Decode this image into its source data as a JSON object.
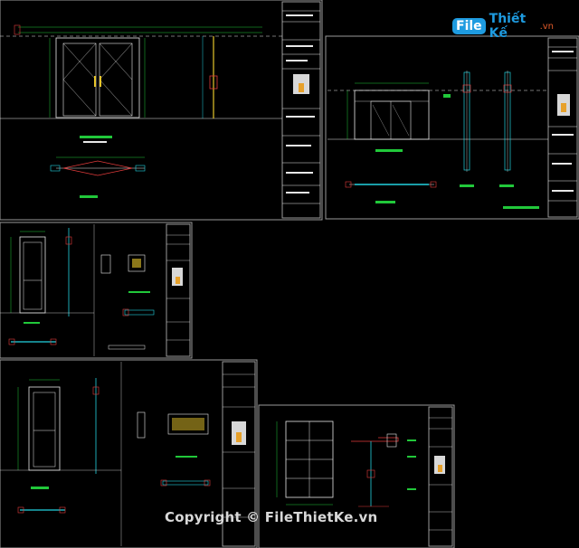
{
  "watermark": {
    "brand_file": "File",
    "brand_rest": "Thiết Kế",
    "brand_domain": ".vn",
    "copyright": "Copyright © FileThietKe.vn"
  },
  "colors": {
    "background": "#000000",
    "frame": "#9a9a9a",
    "line_white": "#e8e8e8",
    "line_cyan": "#22d3e0",
    "line_green": "#21c83a",
    "line_red": "#e23b3b",
    "line_yellow": "#e7c62b",
    "brand_blue": "#1e9be0"
  },
  "sheets": [
    {
      "id": "sheet-1",
      "content": "double-door elevation, section and plan"
    },
    {
      "id": "sheet-2",
      "content": "glazed door elevation and sections"
    },
    {
      "id": "sheet-3",
      "content": "single door elevation and details"
    },
    {
      "id": "sheet-4",
      "content": "single door elevation and details"
    },
    {
      "id": "sheet-5",
      "content": "window elevation and section"
    }
  ]
}
